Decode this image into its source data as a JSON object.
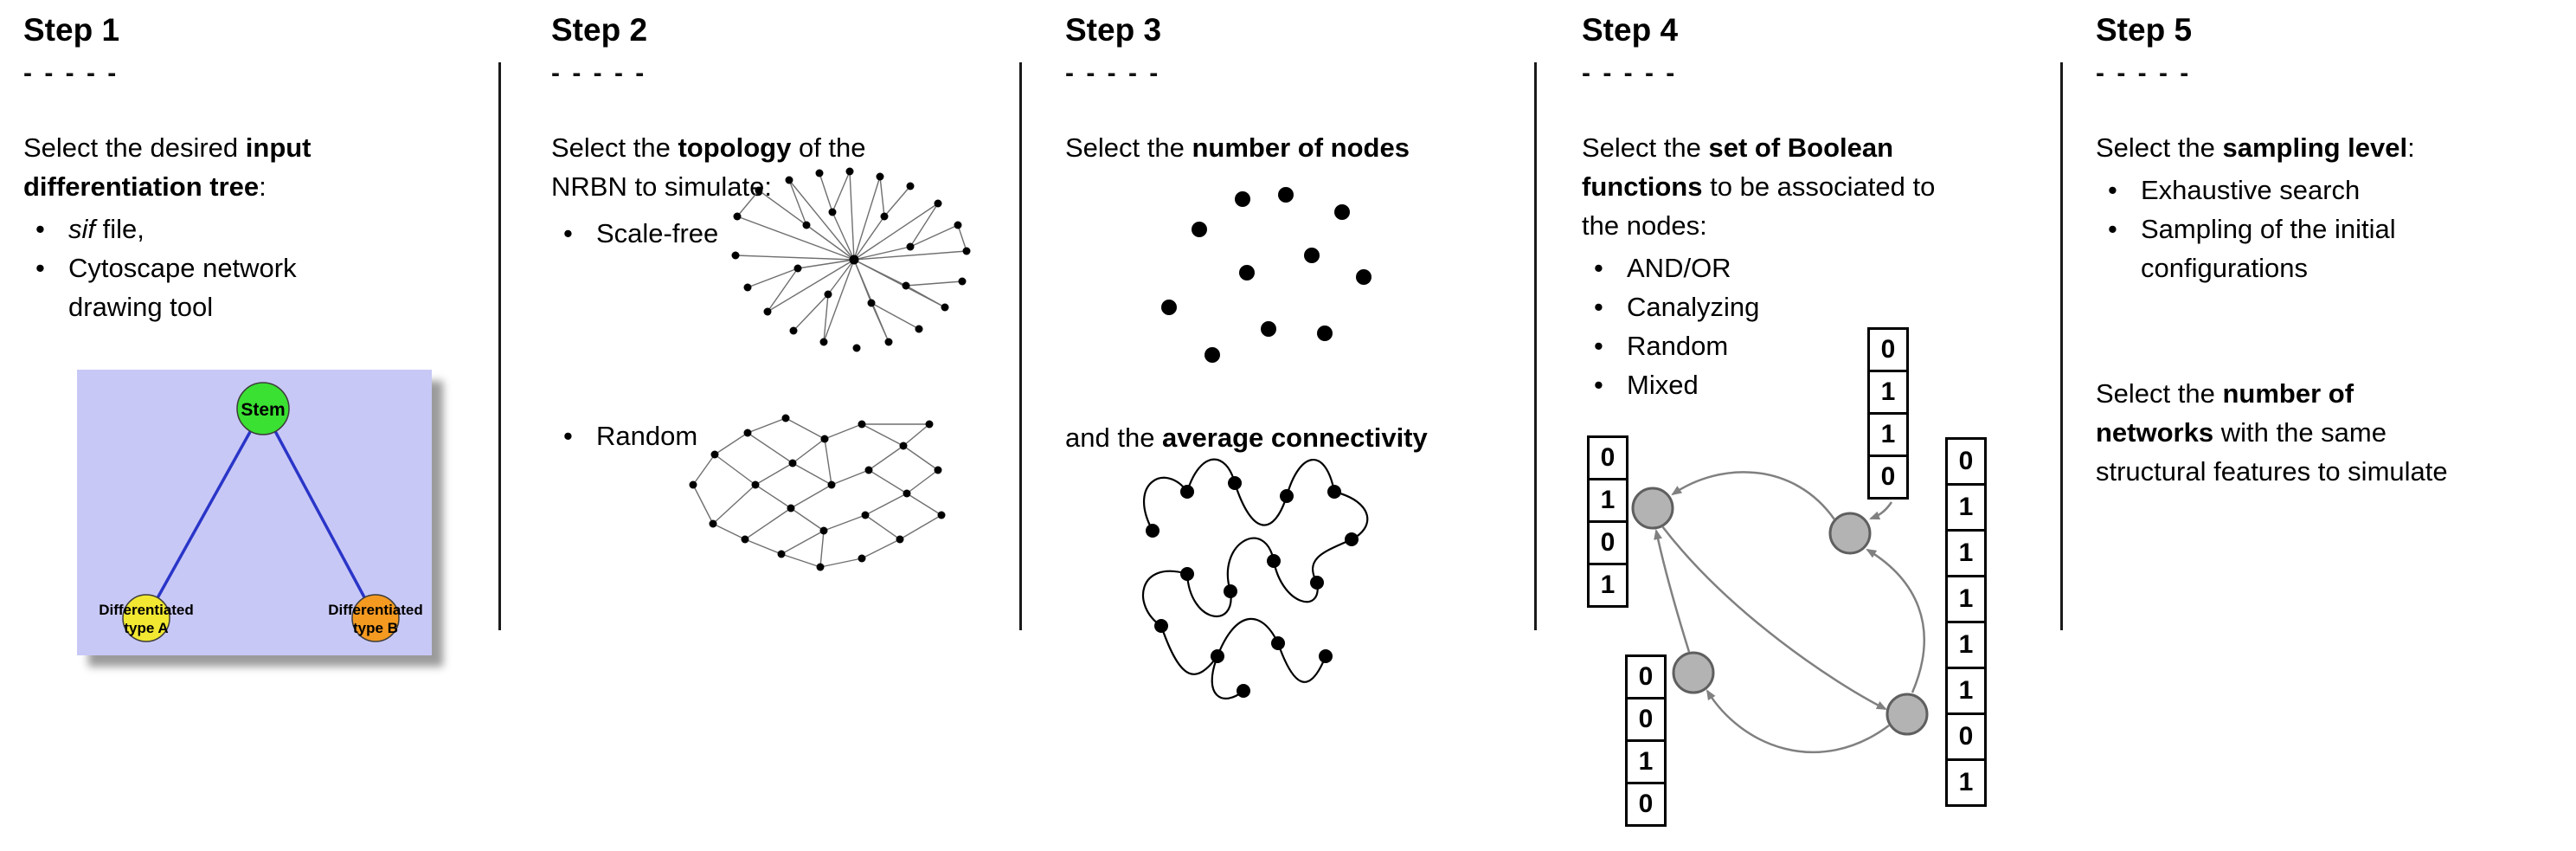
{
  "figure": {
    "ui": {
      "bullet": "•"
    },
    "colors": {
      "tree_bg": "#c8c8f6",
      "tree_edge": "#2a35c8",
      "stem": "#3ae032",
      "type_a": "#f2e832",
      "type_b": "#f59a20",
      "node_gray": "#b3b3b3"
    },
    "steps": [
      {
        "title": "Step 1",
        "dashes": "- - - - -",
        "intro": [
          {
            "t": "Select the desired "
          },
          {
            "t": "input",
            "b": true
          },
          {
            "br": true
          },
          {
            "t": "differentiation tree",
            "b": true
          },
          {
            "t": ":"
          }
        ],
        "bullets": [
          [
            {
              "t": "sif",
              "i": true
            },
            {
              "t": " file,"
            }
          ],
          [
            {
              "t": "Cytoscape network"
            },
            {
              "br": true
            },
            {
              "t": "drawing tool"
            }
          ]
        ],
        "tree": {
          "root": "Stem",
          "left_line1": "Differentiated",
          "left_line2": "type A",
          "right_line1": "Differentiated",
          "right_line2": "type B"
        }
      },
      {
        "title": "Step 2",
        "dashes": "- - - - -",
        "intro": [
          {
            "t": "Select the "
          },
          {
            "t": "topology",
            "b": true
          },
          {
            "t": " of the"
          },
          {
            "br": true
          },
          {
            "t": "NRBN to simulate:"
          }
        ],
        "bullets": [
          [
            {
              "t": "Scale-free"
            }
          ],
          [
            {
              "t": "Random"
            }
          ]
        ]
      },
      {
        "title": "Step 3",
        "dashes": "- - - - -",
        "intro": [
          {
            "t": "Select the "
          },
          {
            "t": "number of nodes",
            "b": true
          }
        ],
        "caption2": [
          {
            "t": "and the "
          },
          {
            "t": "average connectivity",
            "b": true
          }
        ]
      },
      {
        "title": "Step 4",
        "dashes": "- - - - -",
        "intro": [
          {
            "t": "Select the "
          },
          {
            "t": "set of Boolean",
            "b": true
          },
          {
            "br": true
          },
          {
            "t": "functions",
            "b": true
          },
          {
            "t": " to be associated to"
          },
          {
            "br": true
          },
          {
            "t": "the nodes:"
          }
        ],
        "bullets": [
          [
            {
              "t": "AND/OR"
            }
          ],
          [
            {
              "t": "Canalyzing"
            }
          ],
          [
            {
              "t": "Random"
            }
          ],
          [
            {
              "t": "Mixed"
            }
          ]
        ],
        "tables": {
          "top": [
            "0",
            "1",
            "1",
            "0"
          ],
          "left": [
            "0",
            "1",
            "0",
            "1"
          ],
          "bottom": [
            "0",
            "0",
            "1",
            "0"
          ],
          "right": [
            "0",
            "1",
            "1",
            "1",
            "1",
            "1",
            "0",
            "1"
          ]
        }
      },
      {
        "title": "Step 5",
        "dashes": "- - - - -",
        "intro": [
          {
            "t": "Select the "
          },
          {
            "t": "sampling level",
            "b": true
          },
          {
            "t": ":"
          }
        ],
        "bullets": [
          [
            {
              "t": "Exhaustive search"
            }
          ],
          [
            {
              "t": "Sampling of the initial"
            },
            {
              "br": true
            },
            {
              "t": "configurations"
            }
          ]
        ],
        "paragraph2": [
          {
            "t": "Select the "
          },
          {
            "t": "number of",
            "b": true
          },
          {
            "br": true
          },
          {
            "t": "networks",
            "b": true
          },
          {
            "t": " with the same"
          },
          {
            "br": true
          },
          {
            "t": "structural features to simulate"
          }
        ]
      }
    ]
  }
}
